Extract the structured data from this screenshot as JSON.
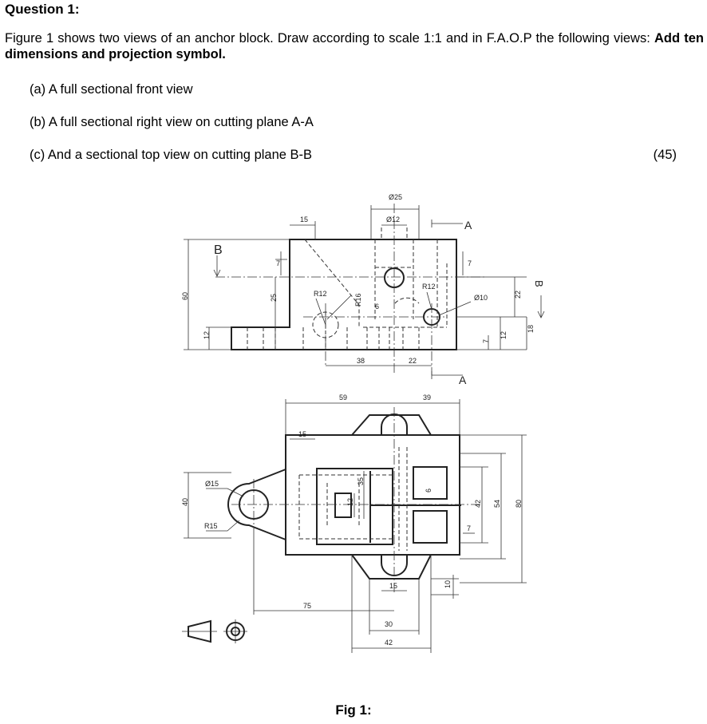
{
  "question": {
    "heading": "Question 1:",
    "intro_text": "Figure 1 shows two views of an anchor block. Draw according to scale 1:1 and in F.A.O.P the following views: ",
    "intro_bold": "Add ten dimensions and projection symbol.",
    "parts": [
      {
        "label": "(a) A full sectional front view"
      },
      {
        "label": "(b) A full sectional right view on cutting plane A-A"
      },
      {
        "label": "(c) And a sectional top view on cutting plane B-B"
      }
    ],
    "marks": "(45)"
  },
  "figure": {
    "caption": "Fig 1:",
    "front_view": {
      "cutting_plane_b": "B",
      "cutting_plane_a": "A",
      "dims": {
        "d_dia25": "Ø25",
        "d_dia12": "Ø12",
        "d_15": "15",
        "d_7a": "7",
        "d_7b": "7",
        "d_r12a": "R12",
        "d_r16": "R16",
        "d_r12b": "R12",
        "d_dia10": "Ø10",
        "d_6": "6",
        "d_60": "60",
        "d_25": "25",
        "d_12": "12",
        "d_22a": "22",
        "d_18": "18",
        "d_12b": "12",
        "d_7c": "7",
        "d_38": "38",
        "d_22b": "22"
      }
    },
    "top_view": {
      "dims": {
        "d_59": "59",
        "d_39": "39",
        "d_15a": "15",
        "d_dia15": "Ø15",
        "d_r15": "R15",
        "d_40": "40",
        "d_35": "35",
        "d_12": "12",
        "d_6": "6",
        "d_7": "7",
        "d_42a": "42",
        "d_54": "54",
        "d_80": "80",
        "d_15b": "15",
        "d_10": "10",
        "d_75": "75",
        "d_30": "30",
        "d_42b": "42"
      }
    }
  }
}
